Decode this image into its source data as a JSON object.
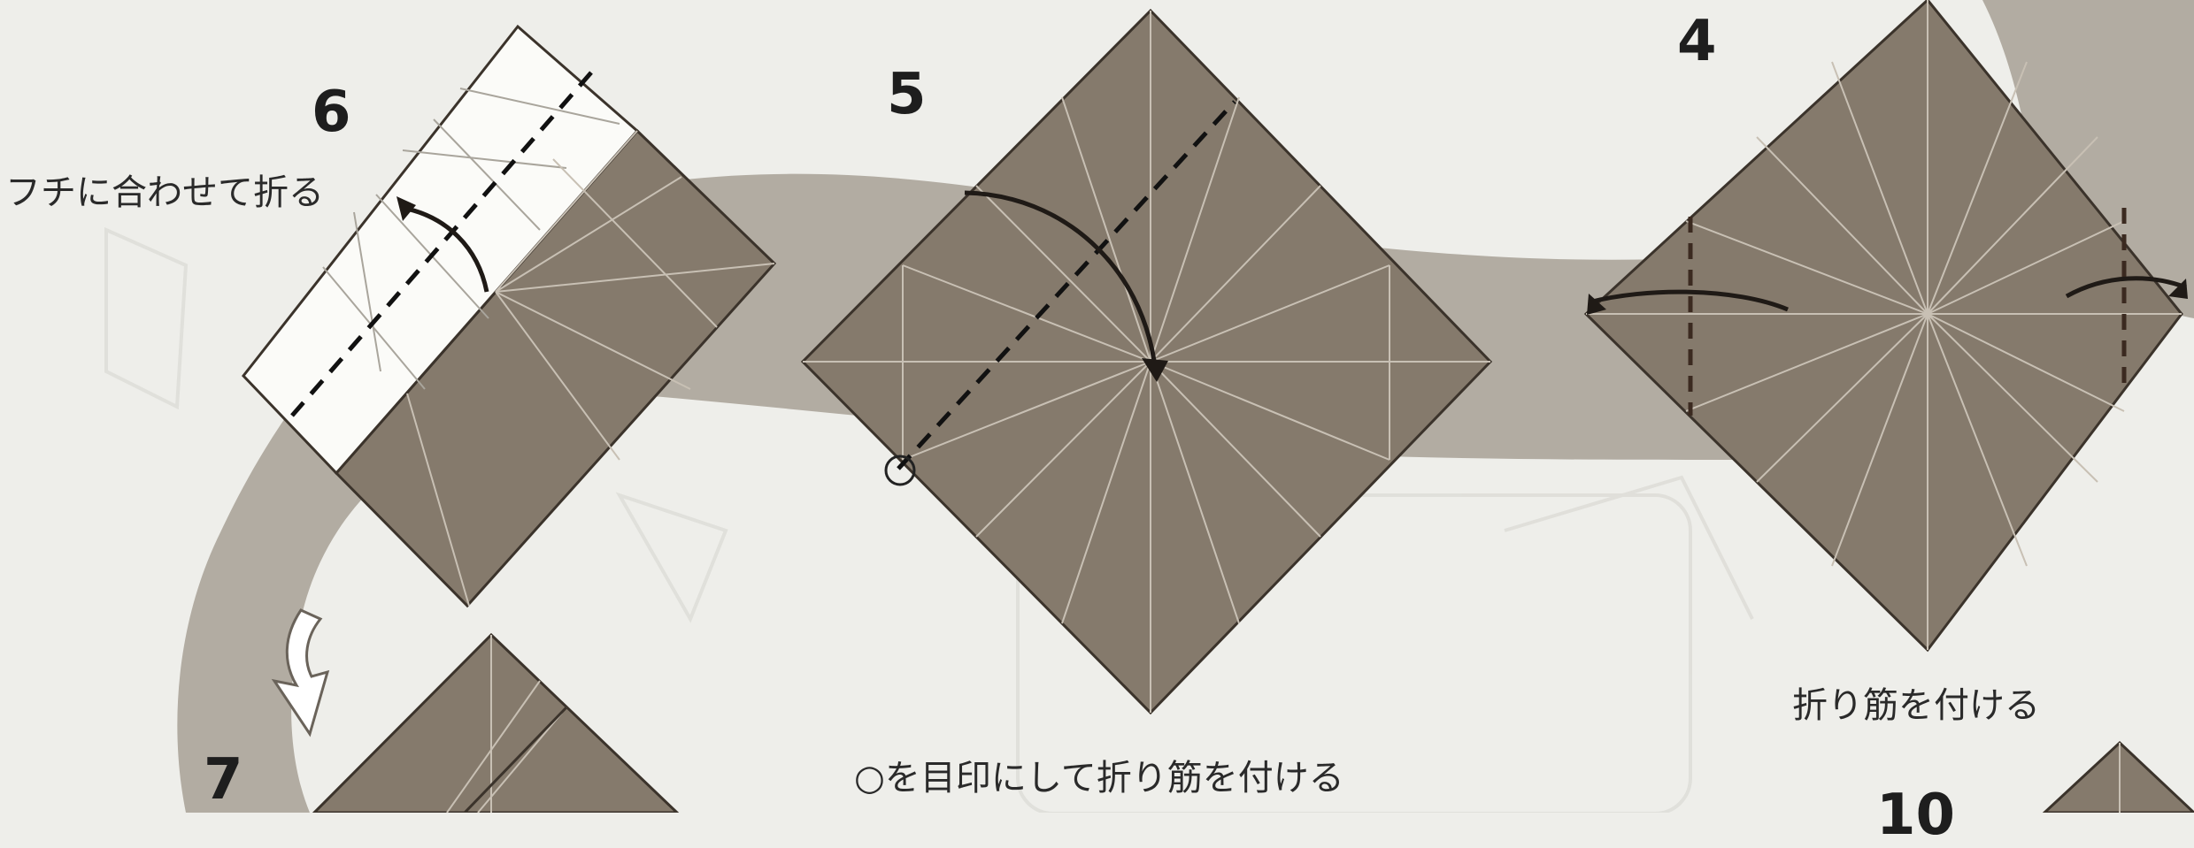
{
  "steps": {
    "step4": {
      "number": "4",
      "caption": "折り筋を付ける"
    },
    "step5": {
      "number": "5",
      "caption": "○を目印にして折り筋を付ける"
    },
    "step6": {
      "number": "6",
      "caption": "フチに合わせて折る"
    },
    "step7": {
      "number": "7"
    },
    "step10": {
      "number": "10"
    }
  },
  "colors": {
    "paper_colored": "#857a6c",
    "paper_white": "#fbfbf8",
    "background": "#eeeeea",
    "path_band": "#b2aca2",
    "crease": "#c8c0b4",
    "edge": "#3b332b"
  }
}
